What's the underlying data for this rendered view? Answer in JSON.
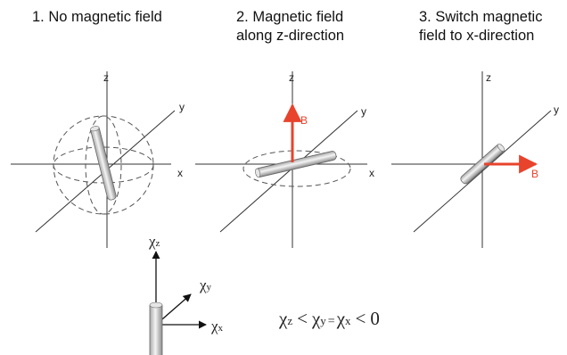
{
  "panels": [
    {
      "title_line1": "1. No magnetic field",
      "title_line2": ""
    },
    {
      "title_line1": "2. Magnetic field",
      "title_line2": "along z-direction"
    },
    {
      "title_line1": "3. Switch magnetic",
      "title_line2": "field to x-direction"
    }
  ],
  "axes": {
    "x": "x",
    "y": "y",
    "z": "z"
  },
  "field_label": "B",
  "susceptibility": {
    "symbol": "χ",
    "sub_z": "z",
    "sub_y": "y",
    "sub_x": "x",
    "lt1": "<",
    "lt2": "<",
    "eq": "=",
    "zero": "0"
  },
  "colors": {
    "field_arrow": "#e8432c",
    "axis": "#333333",
    "rod_light": "#f2f2f2",
    "rod_dark": "#9a9a9a"
  }
}
